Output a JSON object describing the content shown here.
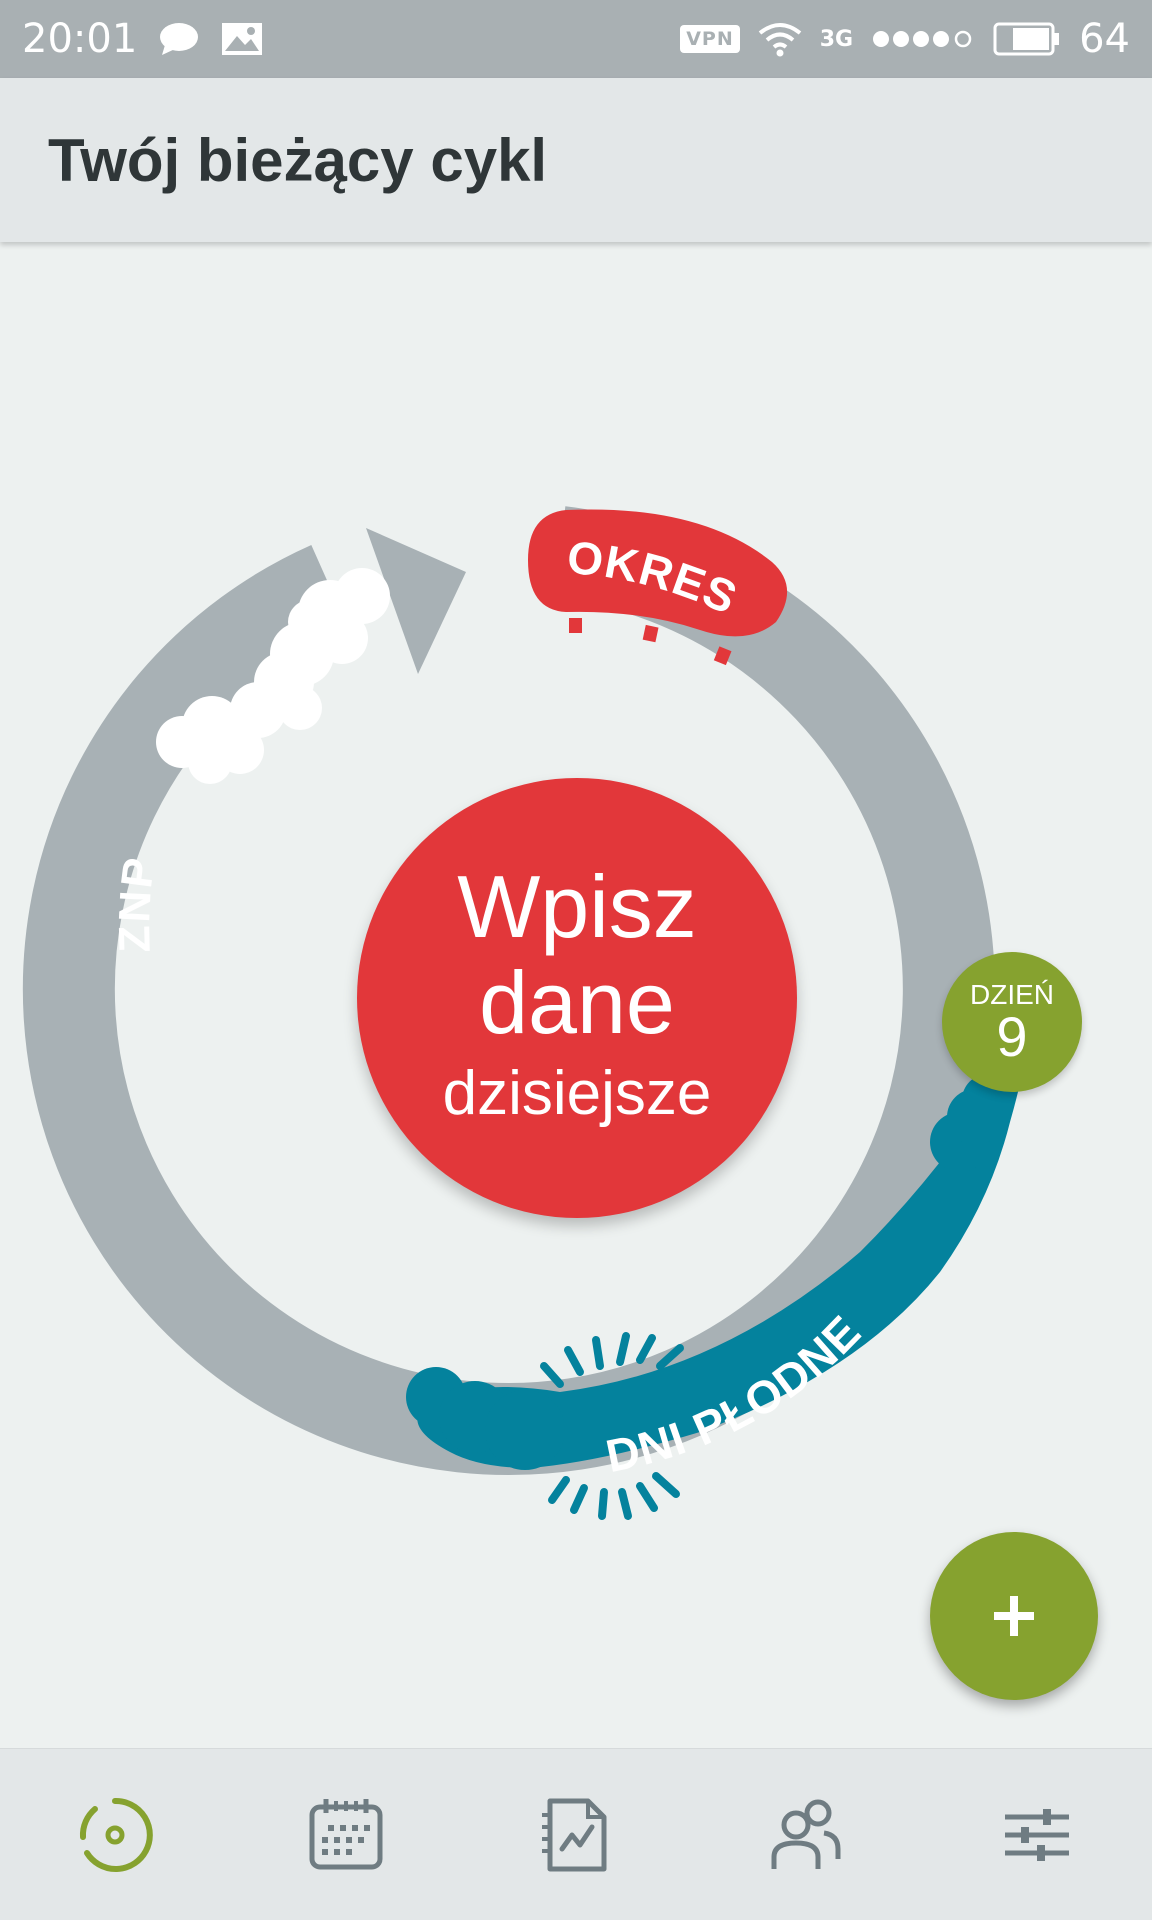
{
  "status_bar": {
    "time": "20:01",
    "vpn_label": "VPN",
    "network_label": "3G",
    "battery_level": "64"
  },
  "app_bar": {
    "title": "Twój bieżący cykl"
  },
  "cycle": {
    "period_label": "OKRES",
    "pms_label": "ZNP",
    "fertile_label": "DNI PŁODNE",
    "center_line1": "Wpisz",
    "center_line2": "dane",
    "center_line3": "dzisiejsze",
    "day_label": "DZIEŃ",
    "day_number": "9"
  },
  "fab": {
    "icon": "plus-icon"
  },
  "bottom_nav": {
    "items": [
      {
        "icon": "cycle-icon",
        "active": true
      },
      {
        "icon": "calendar-icon",
        "active": false
      },
      {
        "icon": "chart-document-icon",
        "active": false
      },
      {
        "icon": "contacts-icon",
        "active": false
      },
      {
        "icon": "settings-sliders-icon",
        "active": false
      }
    ]
  },
  "colors": {
    "period": "#e2373a",
    "fertile": "#04829d",
    "ring": "#a8b1b5",
    "accent": "#86a22f",
    "background": "#edf1f0"
  }
}
